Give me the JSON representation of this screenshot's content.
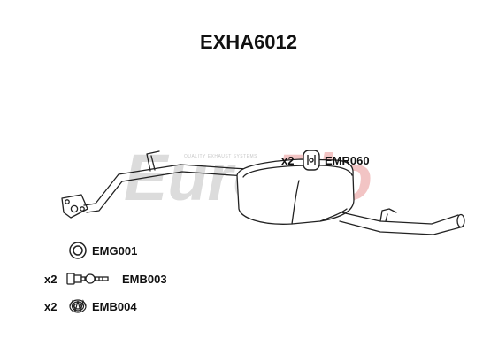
{
  "title": "EXHA6012",
  "watermark": {
    "brand_left": "Euro",
    "brand_right": "Flo",
    "tagline": "QUALITY EXHAUST SYSTEMS"
  },
  "parts": {
    "mount": {
      "qty": "x2",
      "code": "EMR060"
    },
    "gasket": {
      "code": "EMG001"
    },
    "bolt": {
      "qty": "x2",
      "code": "EMB003"
    },
    "spring": {
      "qty": "x2",
      "code": "EMB004"
    }
  },
  "colors": {
    "line": "#222222",
    "watermark_grey": "#dcdcdc",
    "watermark_red": "#f2c4c4",
    "text": "#111111"
  }
}
